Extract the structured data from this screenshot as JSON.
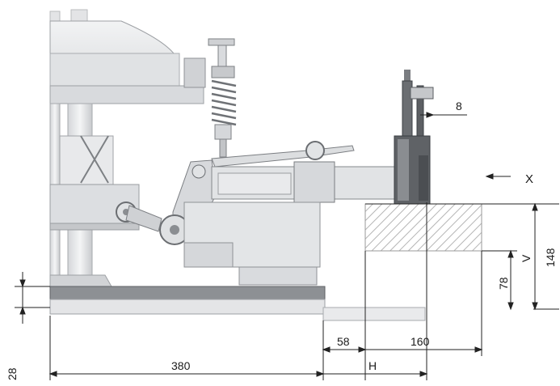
{
  "labels": {
    "dim_8": "8",
    "dim_x": "X",
    "dim_148": "148",
    "dim_v": "V",
    "dim_78": "78",
    "dim_28": "28",
    "dim_58": "58",
    "dim_160": "160",
    "dim_380": "380",
    "dim_h": "H"
  },
  "colors": {
    "machine_light": "#e6e7e9",
    "machine_mid": "#c9cbce",
    "machine_dark": "#8f9296",
    "clamp_dark": "#5d6166",
    "line": "#222222",
    "hatch": "#bbbbbb"
  }
}
